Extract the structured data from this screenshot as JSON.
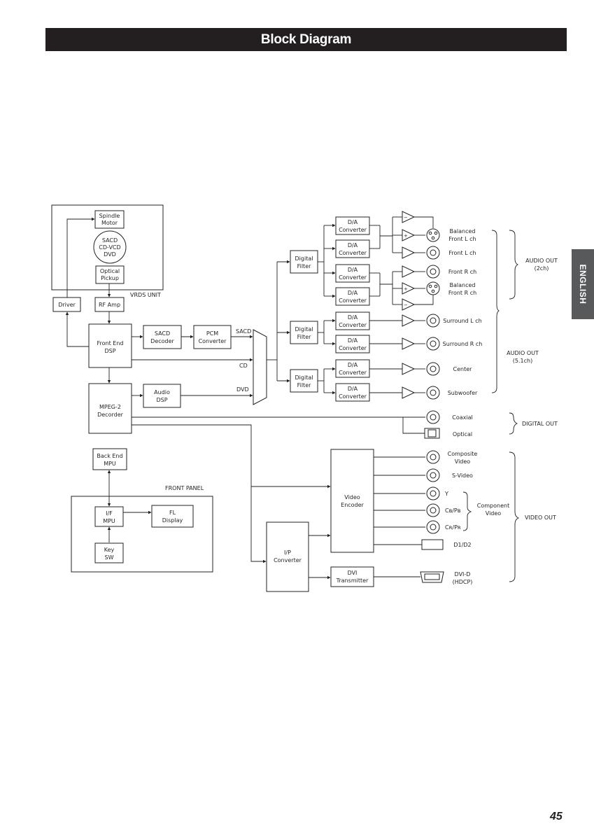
{
  "page": {
    "title": "Block Diagram",
    "language_tab": "ENGLISH",
    "page_number": "45"
  },
  "diagram": {
    "vrds": {
      "unit_label": "VRDS UNIT",
      "spindle_motor": [
        "Spindle",
        "Motor"
      ],
      "disc": [
        "SACD",
        "CD-VCD",
        "DVD"
      ],
      "optical_pickup": [
        "Optical",
        "Pickup"
      ]
    },
    "driver": "Driver",
    "rf_amp": "RF Amp",
    "front_end_dsp": [
      "Front End",
      "DSP"
    ],
    "sacd_decoder": [
      "SACD",
      "Decoder"
    ],
    "pcm_converter": [
      "PCM",
      "Converter"
    ],
    "mpeg2_decoder": [
      "MPEG-2",
      "Decorder"
    ],
    "audio_dsp": [
      "Audio",
      "DSP"
    ],
    "signal_labels": {
      "sacd": "SACD",
      "cd": "CD",
      "dvd": "DVD"
    },
    "digital_filter": [
      "Digital",
      "Filter"
    ],
    "da_converter": [
      "D/A",
      "Converter"
    ],
    "amp_signs": {
      "minus": "−",
      "plus": "+"
    },
    "outputs": {
      "balanced_front_l": [
        "Balanced",
        "Front L ch"
      ],
      "front_l": "Front L ch",
      "front_r": "Front R ch",
      "balanced_front_r": [
        "Balanced",
        "Front R ch"
      ],
      "surround_l": "Surround L ch",
      "surround_r": "Surround R ch",
      "center": "Center",
      "subwoofer": "Subwoofer",
      "coaxial": "Coaxial",
      "optical": "Optical",
      "composite_video": [
        "Composite",
        "Video"
      ],
      "s_video": "S-Video",
      "y": "Y",
      "cb_pb": "Cʙ/Pʙ",
      "cr_pr": "Cʀ/Pʀ",
      "component_video": [
        "Component",
        "Video"
      ],
      "d1_d2": "D1/D2",
      "dvi_d": [
        "DVI-D",
        "(HDCP)"
      ]
    },
    "groups": {
      "audio_out_2ch": [
        "AUDIO OUT",
        "(2ch)"
      ],
      "audio_out_51ch": [
        "AUDIO OUT",
        "(5.1ch)"
      ],
      "digital_out": "DIGITAL OUT",
      "video_out": "VIDEO OUT"
    },
    "front_panel": {
      "label": "FRONT PANEL",
      "back_end_mpu": [
        "Back End",
        "MPU"
      ],
      "if_mpu": [
        "I/F",
        "MPU"
      ],
      "fl_display": [
        "FL",
        "Display"
      ],
      "key_sw": [
        "Key",
        "SW"
      ]
    },
    "video_encoder": [
      "Video",
      "Encoder"
    ],
    "ip_converter": [
      "I/P",
      "Converter"
    ],
    "dvi_transmitter": [
      "DVI",
      "Transmitter"
    ]
  }
}
